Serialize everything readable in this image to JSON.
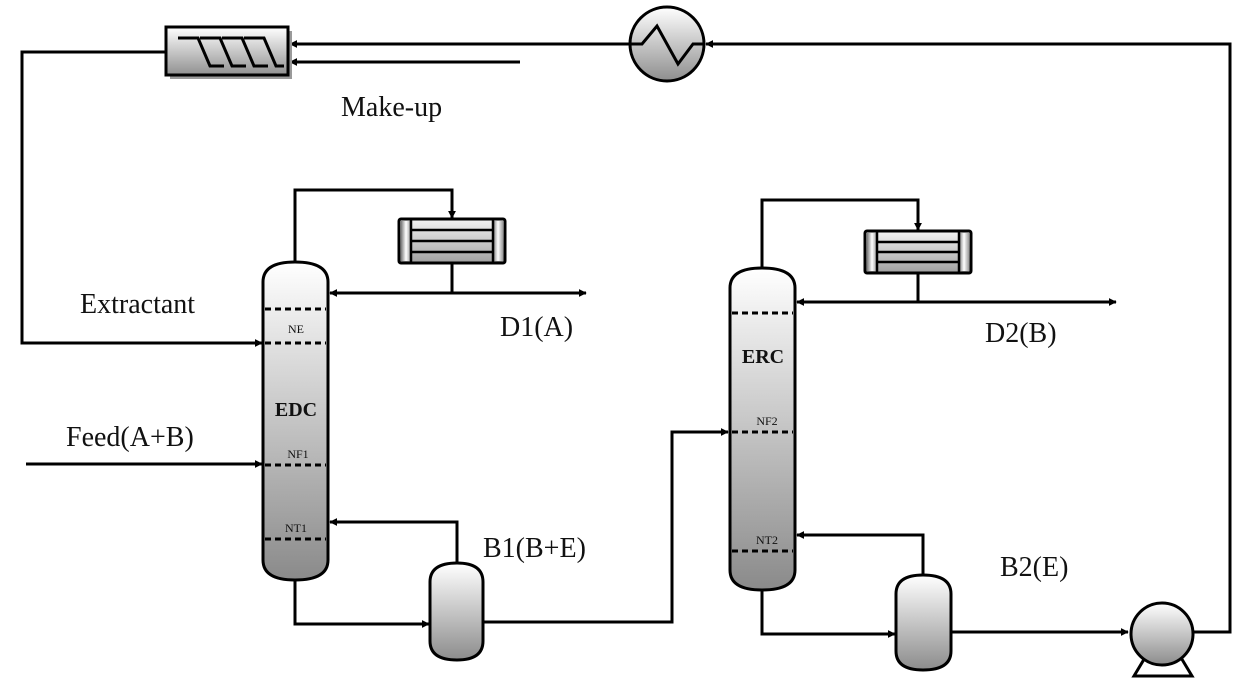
{
  "diagram": {
    "type": "process-flow-diagram",
    "labels": {
      "makeup": "Make-up",
      "extractant": "Extractant",
      "feed": "Feed(A+B)",
      "d1": "D1(A)",
      "b1": "B1(B+E)",
      "d2": "D2(B)",
      "b2": "B2(E)"
    },
    "columns": [
      {
        "id": "EDC",
        "name": "EDC",
        "stages": {
          "extractant_feed": "NE",
          "feed": "NF1",
          "total": "NT1"
        }
      },
      {
        "id": "ERC",
        "name": "ERC",
        "stages": {
          "feed": "NF2",
          "total": "NT2"
        }
      }
    ],
    "equipment": [
      "mixer",
      "heat-exchanger",
      "condenser-1",
      "condenser-2",
      "reboiler-1",
      "reboiler-2",
      "pump"
    ],
    "streams": [
      {
        "from": "feed",
        "to": "EDC",
        "label": "Feed(A+B)"
      },
      {
        "from": "mixer",
        "to": "EDC",
        "label": "Extractant"
      },
      {
        "from": "EDC",
        "to": "condenser-1"
      },
      {
        "from": "condenser-1",
        "to": "D1",
        "label": "D1(A)"
      },
      {
        "from": "EDC",
        "to": "reboiler-1"
      },
      {
        "from": "reboiler-1",
        "to": "ERC",
        "label": "B1(B+E)"
      },
      {
        "from": "ERC",
        "to": "condenser-2"
      },
      {
        "from": "condenser-2",
        "to": "D2",
        "label": "D2(B)"
      },
      {
        "from": "ERC",
        "to": "reboiler-2"
      },
      {
        "from": "reboiler-2",
        "to": "pump",
        "label": "B2(E)"
      },
      {
        "from": "pump",
        "to": "heat-exchanger"
      },
      {
        "from": "heat-exchanger",
        "to": "mixer"
      },
      {
        "from": "makeup",
        "to": "mixer",
        "label": "Make-up"
      }
    ]
  }
}
